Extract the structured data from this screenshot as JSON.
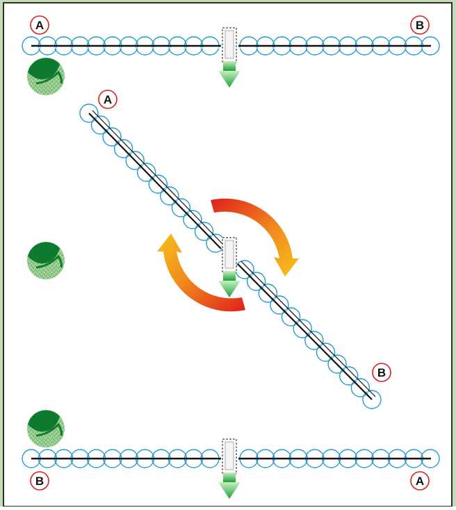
{
  "colors": {
    "outer_background": "#c9d9c0",
    "frame_border": "#1a3a1a",
    "panel": "#ffffff",
    "nozzle_circle": "#1f9bd1",
    "boom_line": "#111111",
    "label_ring": "#d42020",
    "arrow_green_top": "#c8f0c0",
    "arrow_green_bottom": "#1ea03a",
    "rotate_red": "#e0201b",
    "rotate_yellow": "#f5c21a",
    "field_dark": "#0d7a2e",
    "field_light": "#8fc88a"
  },
  "icons": [
    "field-patch-icon",
    "tractor-arrow-icon",
    "rotate-arrows-icon"
  ],
  "diagram": {
    "top_row": {
      "label_start": "A",
      "label_end": "B"
    },
    "diagonal_row": {
      "label_start": "A",
      "label_end": "B"
    },
    "bottom_row": {
      "label_start": "B",
      "label_end": "A"
    }
  }
}
